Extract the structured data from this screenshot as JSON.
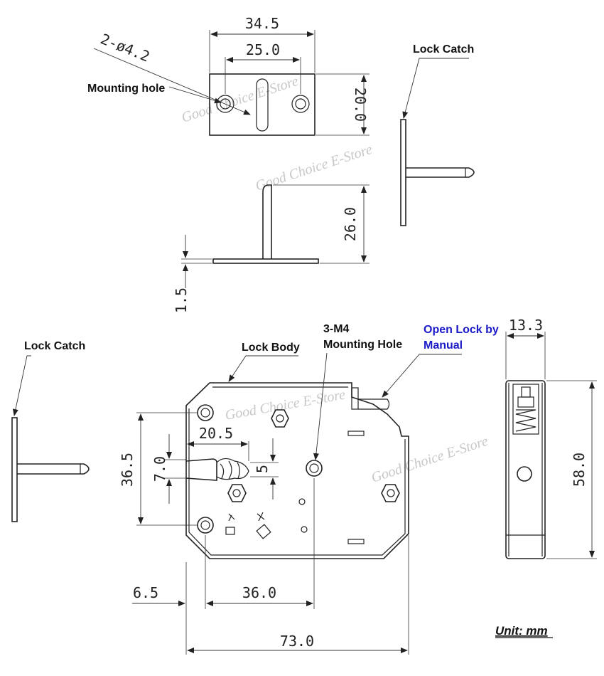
{
  "labels": {
    "mounting_hole": "Mounting hole",
    "lock_catch": "Lock Catch",
    "lock_body": "Lock Body",
    "m4_line1": "3-M4",
    "m4_line2": "Mounting Hole",
    "open_line1": "Open Lock by",
    "open_line2": "Manual",
    "unit": "Unit: mm"
  },
  "dimensions": {
    "catch_width": "34.5",
    "hole_spacing": "25.0",
    "hole_dia": "2-ø4.2",
    "catch_height": "20.0",
    "catch_depth": "26.0",
    "plate_thick": "1.5",
    "side_width": "13.3",
    "side_height": "58.0",
    "body_36_5": "36.5",
    "latch_7": "7.0",
    "latch_5": "5",
    "latch_20_5": "20.5",
    "base_6_5": "6.5",
    "base_36": "36.0",
    "base_73": "73.0"
  },
  "watermark": "Good Choice E-Store",
  "colors": {
    "line": "#222222",
    "accent_text": "#1a1ac8",
    "watermark": "#c8c8c8"
  }
}
